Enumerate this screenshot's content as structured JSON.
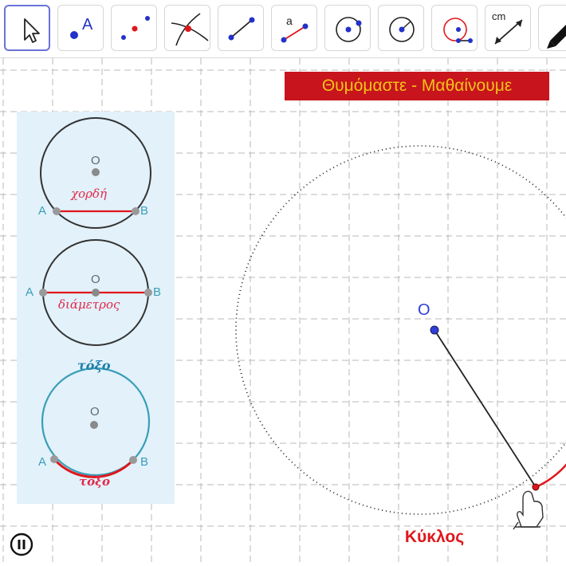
{
  "toolbar": {
    "tools": [
      {
        "name": "move-tool-button",
        "selected": true
      },
      {
        "name": "point-tool-button",
        "label": "A"
      },
      {
        "name": "point-on-object-tool-button"
      },
      {
        "name": "intersect-tool-button"
      },
      {
        "name": "segment-tool-button"
      },
      {
        "name": "segment-fixed-length-tool-button",
        "label": "a"
      },
      {
        "name": "circle-center-point-tool-button"
      },
      {
        "name": "circle-center-radius-tool-button"
      },
      {
        "name": "compass-tool-button"
      },
      {
        "name": "distance-tool-button",
        "label": "cm"
      },
      {
        "name": "pen-tool-button"
      }
    ]
  },
  "banner": {
    "text": "Θυμόμαστε - Μαθαίνουμε",
    "background": "#c8141c",
    "color": "#f2c31a"
  },
  "construction": {
    "center_label": "O",
    "title": "Κύκλος",
    "center_color": "#2f3fd6",
    "arc_color": "#e0161b"
  },
  "lesson_panel": {
    "figure1": {
      "center": "O",
      "a": "A",
      "b": "B",
      "term": "χορδή"
    },
    "figure2": {
      "center": "O",
      "a": "A",
      "b": "B",
      "term": "διάμετρος"
    },
    "figure3": {
      "heading": "τόξο",
      "center": "O",
      "a": "A",
      "b": "B",
      "term": "τόξο"
    }
  },
  "controls": {
    "pause_icon": "pause-icon"
  }
}
